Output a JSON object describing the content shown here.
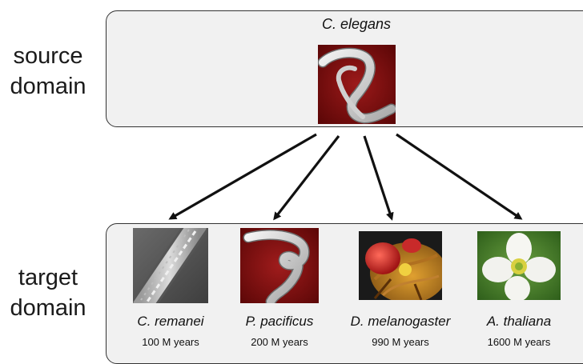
{
  "source": {
    "label": "source\ndomain",
    "species": "C. elegans"
  },
  "target": {
    "label": "target\ndomain",
    "species": [
      {
        "name": "C. remanei",
        "years": "100 M years",
        "image": "sem-worm-grey"
      },
      {
        "name": "P. pacificus",
        "years": "200 M years",
        "image": "sem-worm-red"
      },
      {
        "name": "D. melanogaster",
        "years": "990 M years",
        "image": "sem-fly"
      },
      {
        "name": "A. thaliana",
        "years": "1600 M years",
        "image": "flower"
      }
    ]
  }
}
